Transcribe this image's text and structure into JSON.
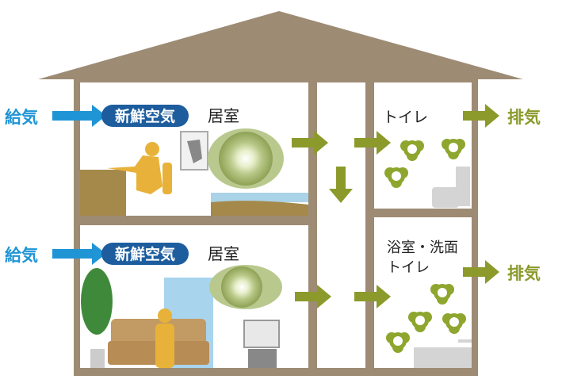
{
  "labels": {
    "supply_top": "給気",
    "supply_bottom": "給気",
    "fresh_air_top": "新鮮空気",
    "fresh_air_bottom": "新鮮空気",
    "living_room_top": "居室",
    "living_room_bottom": "居室",
    "toilet": "トイレ",
    "bath_line1": "浴室・洗面",
    "bath_line2": "トイレ",
    "exhaust_top": "排気",
    "exhaust_bottom": "排気"
  },
  "colors": {
    "wall": "#9d8b74",
    "supply_blue": "#1f95d6",
    "pill_blue": "#1d5d9e",
    "exhaust_green": "#8b9a2b",
    "person": "#e8b23a",
    "furniture": "#a4894a"
  }
}
